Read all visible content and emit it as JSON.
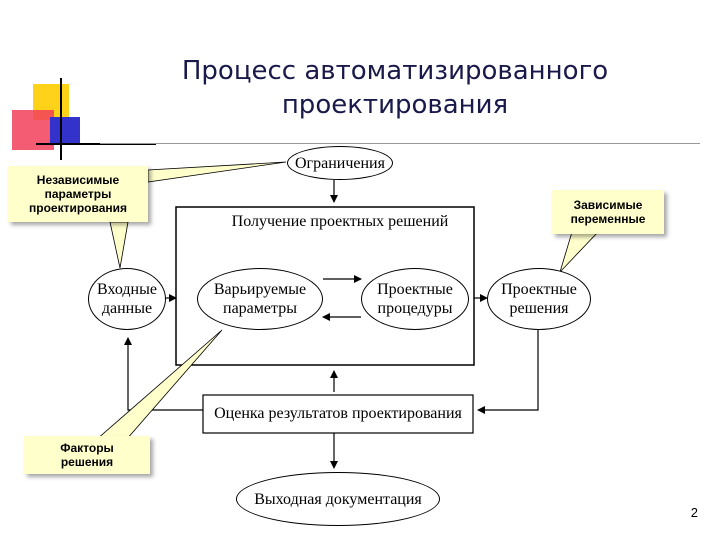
{
  "title": {
    "line1": "Процесс автоматизированного",
    "line2": "проектирования"
  },
  "diagram": {
    "constraints": "Ограничения",
    "decision_box_title": "Получение проектных решений",
    "input_data": {
      "line1": "Входные",
      "line2": "данные"
    },
    "variable_params": {
      "line1": "Варьируемые",
      "line2": "параметры"
    },
    "design_procedures": {
      "line1": "Проектные",
      "line2": "процедуры"
    },
    "design_solutions": {
      "line1": "Проектные",
      "line2": "решения"
    },
    "evaluation": "Оценка результатов проектирования",
    "output_docs": "Выходная документация"
  },
  "callouts": {
    "independent": {
      "line1": "Независимые",
      "line2": "параметры",
      "line3": "проектирования"
    },
    "dependent": {
      "line1": "Зависимые",
      "line2": "переменные"
    },
    "factors": {
      "line1": "Факторы",
      "line2": "решения"
    }
  },
  "page_number": "2",
  "colors": {
    "deco_yellow": "#ffd21a",
    "deco_red": "#f2405a",
    "deco_blue": "#3333cc",
    "callout_fill": "#ffffcc",
    "title_text": "#1a1a4a"
  }
}
